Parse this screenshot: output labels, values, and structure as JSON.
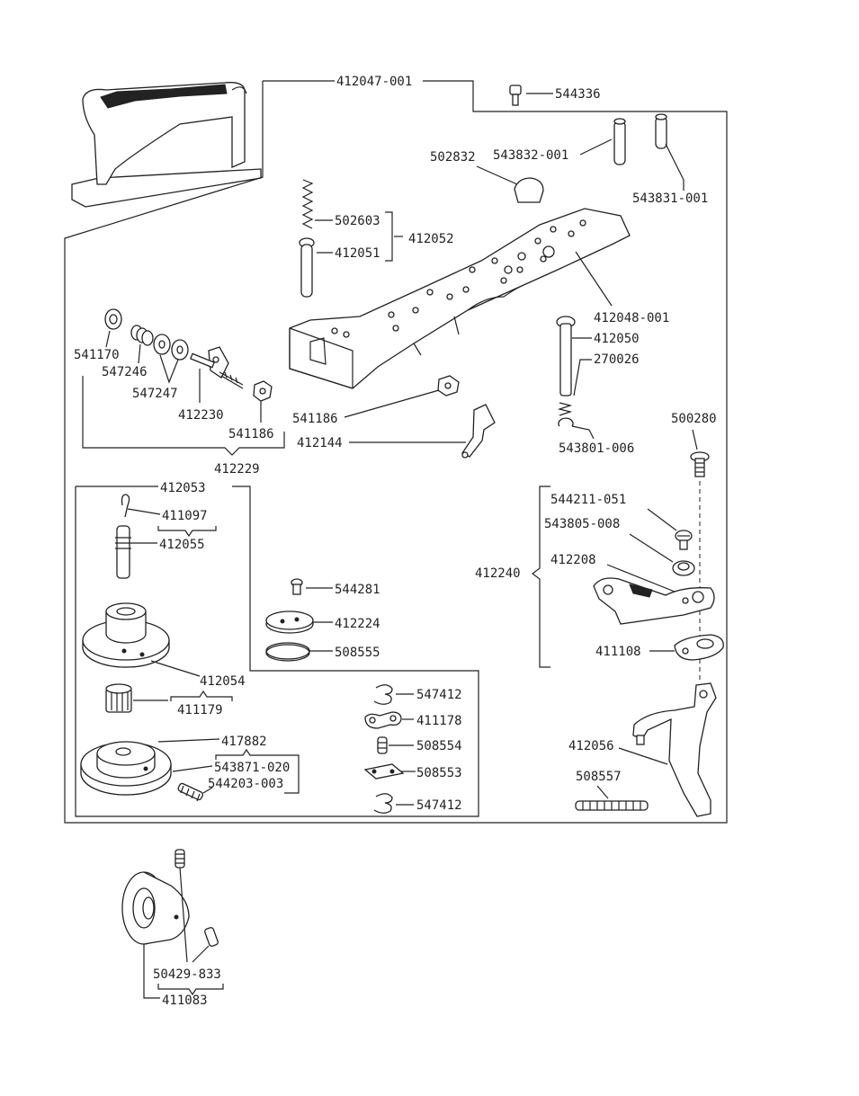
{
  "labels": {
    "top_assembly": "412047-001",
    "screw_top": "544336",
    "pin_a": "543832-001",
    "pin_b": "543831-001",
    "plug": "502832",
    "spring_502603": "502603",
    "rod_412051": "412051",
    "group_412052": "412052",
    "arm_412048": "412048-001",
    "shaft_412050": "412050",
    "spring_270026": "270026",
    "nut_541170": "541170",
    "spring_547246": "547246",
    "washer_547247": "547247",
    "stud_412230": "412230",
    "nut_541186_a": "541186",
    "group_412229": "412229",
    "nut_541186_b": "541186",
    "crank_412144": "412144",
    "ering_543801": "543801-006",
    "screw_500280": "500280",
    "group_412053": "412053",
    "pin_411097": "411097",
    "shaft_412055": "412055",
    "screw_544281": "544281",
    "cap_412224": "412224",
    "ring_508555": "508555",
    "screw_544211": "544211-051",
    "washer_543805": "543805-008",
    "lever_412208": "412208",
    "group_412240": "412240",
    "plate_411108": "411108",
    "pulley_412054": "412054",
    "bush_411179": "411179",
    "spring_547412_a": "547412",
    "link_411178": "411178",
    "pin_508554": "508554",
    "plate_508553": "508553",
    "spring_547412_b": "547412",
    "wheel_417882": "417882",
    "screw_543871": "543871-020",
    "screw_544203": "544203-003",
    "lever_412056": "412056",
    "spring_508557": "508557",
    "screw_50429": "50429-833",
    "hub_411083": "411083"
  }
}
